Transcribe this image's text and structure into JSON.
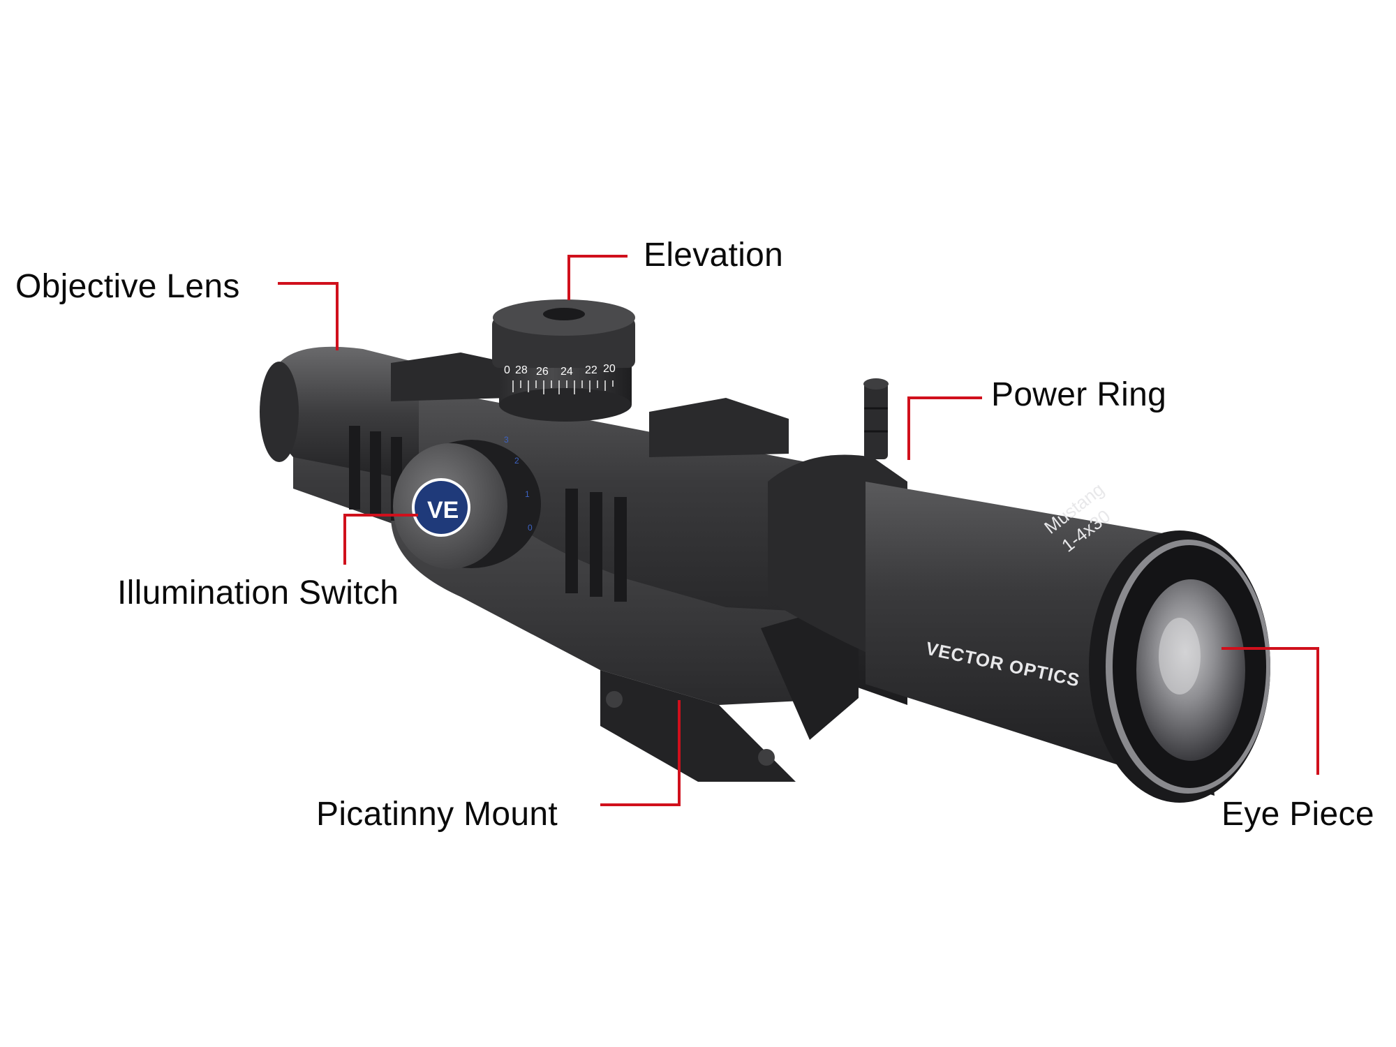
{
  "diagram": {
    "subject": "Riflescope with one-piece cantilever mount",
    "leader_color": "#d0101c",
    "text_color": "#0a0a0a",
    "background": "#ffffff",
    "callouts": [
      {
        "id": "objective-lens",
        "label": "Objective Lens"
      },
      {
        "id": "elevation",
        "label": "Elevation"
      },
      {
        "id": "power-ring",
        "label": "Power Ring"
      },
      {
        "id": "illumination-switch",
        "label": "Illumination Switch"
      },
      {
        "id": "picatinny-mount",
        "label": "Picatinny Mount"
      },
      {
        "id": "eye-piece",
        "label": "Eye Piece"
      }
    ]
  },
  "product": {
    "brand_text": "VECTOR OPTICS",
    "logo_text": "VE",
    "logo_color": "#1f3a7a",
    "model_line1": "Mustang",
    "model_line2": "1-4x30",
    "elevation_turret_numbers": [
      "0",
      "28",
      "26",
      "24",
      "22",
      "20"
    ],
    "illumination_dial_numbers": [
      "3",
      "2",
      "1",
      "0"
    ]
  }
}
